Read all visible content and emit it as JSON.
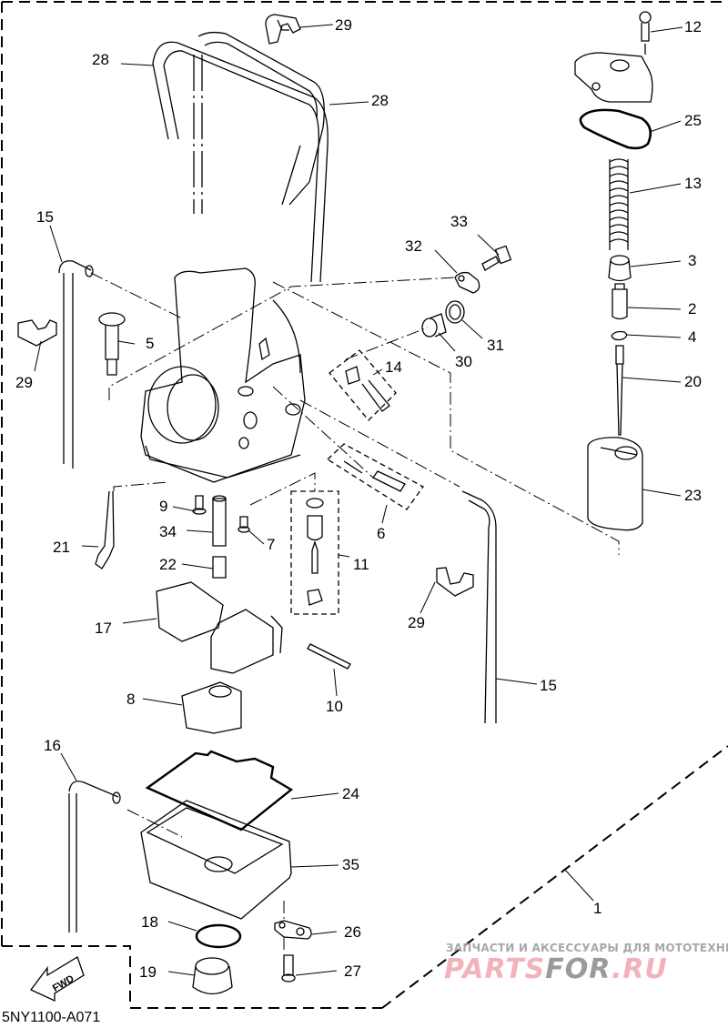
{
  "diagram": {
    "title": "Carburetor exploded parts diagram",
    "drawing_code": "5NY1100-A071",
    "direction_indicator": "FWD",
    "callouts": [
      {
        "id": "c1",
        "number": "1",
        "part": "carburetor assembly"
      },
      {
        "id": "c2",
        "number": "2",
        "part": "needle holder"
      },
      {
        "id": "c3",
        "number": "3",
        "part": "cap"
      },
      {
        "id": "c4",
        "number": "4",
        "part": "clip"
      },
      {
        "id": "c5",
        "number": "5",
        "part": "starter plunger"
      },
      {
        "id": "c6",
        "number": "6",
        "part": "throttle stop screw set"
      },
      {
        "id": "c7",
        "number": "7",
        "part": "screw"
      },
      {
        "id": "c8",
        "number": "8",
        "part": "float pin holder"
      },
      {
        "id": "c9",
        "number": "9",
        "part": "pilot jet"
      },
      {
        "id": "c10",
        "number": "10",
        "part": "float pin"
      },
      {
        "id": "c11",
        "number": "11",
        "part": "needle valve set"
      },
      {
        "id": "c12",
        "number": "12",
        "part": "screw"
      },
      {
        "id": "c13",
        "number": "13",
        "part": "spring"
      },
      {
        "id": "c14",
        "number": "14",
        "part": "pilot air screw set"
      },
      {
        "id": "c15a",
        "number": "15",
        "part": "hose (left)"
      },
      {
        "id": "c15b",
        "number": "15",
        "part": "hose (right)"
      },
      {
        "id": "c16",
        "number": "16",
        "part": "hose"
      },
      {
        "id": "c17",
        "number": "17",
        "part": "float"
      },
      {
        "id": "c18",
        "number": "18",
        "part": "o-ring"
      },
      {
        "id": "c19",
        "number": "19",
        "part": "plug"
      },
      {
        "id": "c20",
        "number": "20",
        "part": "jet needle"
      },
      {
        "id": "c21",
        "number": "21",
        "part": "starter jet"
      },
      {
        "id": "c22",
        "number": "22",
        "part": "main jet"
      },
      {
        "id": "c23",
        "number": "23",
        "part": "throttle valve"
      },
      {
        "id": "c24",
        "number": "24",
        "part": "float chamber gasket"
      },
      {
        "id": "c25",
        "number": "25",
        "part": "gasket"
      },
      {
        "id": "c26",
        "number": "26",
        "part": "plate"
      },
      {
        "id": "c27",
        "number": "27",
        "part": "screw"
      },
      {
        "id": "c28a",
        "number": "28",
        "part": "hose (left)"
      },
      {
        "id": "c28b",
        "number": "28",
        "part": "hose (right)"
      },
      {
        "id": "c29a",
        "number": "29",
        "part": "hose clip (top)"
      },
      {
        "id": "c29b",
        "number": "29",
        "part": "hose clip (left)"
      },
      {
        "id": "c29c",
        "number": "29",
        "part": "hose clip (right)"
      },
      {
        "id": "c30",
        "number": "30",
        "part": "fitting"
      },
      {
        "id": "c31",
        "number": "31",
        "part": "o-ring"
      },
      {
        "id": "c32",
        "number": "32",
        "part": "plate"
      },
      {
        "id": "c33",
        "number": "33",
        "part": "screw"
      },
      {
        "id": "c34",
        "number": "34",
        "part": "needle jet"
      },
      {
        "id": "c35",
        "number": "35",
        "part": "float chamber"
      }
    ]
  },
  "watermark": {
    "tagline": "ЗАПЧАСТИ И АКСЕССУАРЫ ДЛЯ МОТОТЕХНИКИ",
    "brand_part1": "PARTS",
    "brand_part2": "FOR",
    "brand_part3": ".RU",
    "colors": {
      "pink": "#f2b3b8",
      "gray": "#9a9a9a"
    }
  }
}
